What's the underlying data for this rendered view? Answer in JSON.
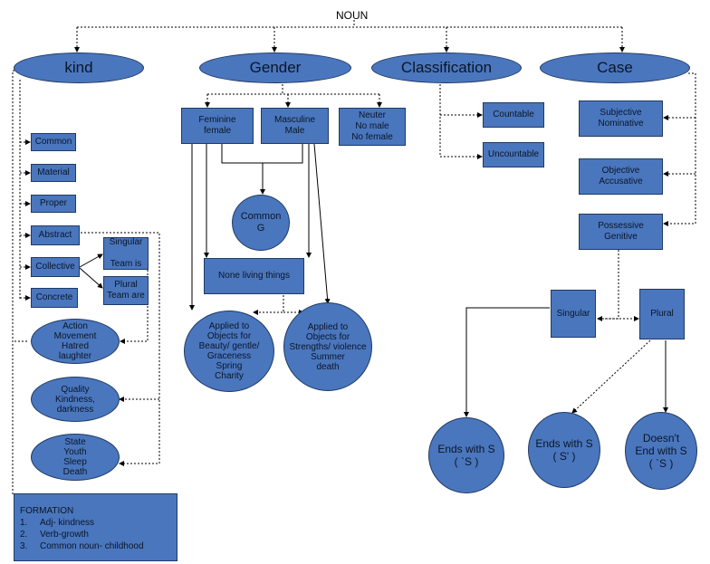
{
  "title": "NOUN",
  "main": {
    "kind": "kind",
    "gender": "Gender",
    "classification": "Classification",
    "case": "Case"
  },
  "kind_items": {
    "common": "Common",
    "material": "Material",
    "proper": "Proper",
    "abstract": "Abstract",
    "collective": "Collective",
    "concrete": "Concrete",
    "singular_team": "Singular\n\nTeam is",
    "plural_team": "Plural\nTeam are"
  },
  "abstract_types": {
    "action": "Action\nMovement\nHatred\nlaughter",
    "quality": "Quality\nKindness,\ndarkness",
    "state": "State\nYouth\nSleep\nDeath"
  },
  "formation": {
    "heading": "FORMATION",
    "items": [
      {
        "num": "1.",
        "text": "Adj- kindness"
      },
      {
        "num": "2.",
        "text": "Verb-growth"
      },
      {
        "num": "3.",
        "text": "Common noun- childhood"
      }
    ]
  },
  "gender_items": {
    "feminine": "Feminine\nfemale",
    "masculine": "Masculine\nMale",
    "neuter": "Neuter\nNo male\nNo female",
    "common_g": "Common\nG",
    "non_living": "None living things",
    "applied_beauty": "Applied to\nObjects for\nBeauty/ gentle/\nGraceness\nSpring\nCharity",
    "applied_strength": "Applied to\nObjects for\nStrengths/ violence\nSummer\ndeath"
  },
  "classification_items": {
    "countable": "Countable",
    "uncountable": "Uncountable"
  },
  "case_items": {
    "subjective": "Subjective\nNominative",
    "objective": "Objective\nAccusative",
    "possessive": "Possessive\nGenitive",
    "singular": "Singular",
    "plural": "Plural",
    "ends_s": "Ends with S\n( `S )",
    "ends_s_apos": "Ends with S\n( S' )",
    "doesnt_end": "Doesn't\nEnd with S\n( `S )"
  },
  "colors": {
    "node_fill": "#4a76bd",
    "node_border": "#203a63",
    "connector": "#000000"
  }
}
